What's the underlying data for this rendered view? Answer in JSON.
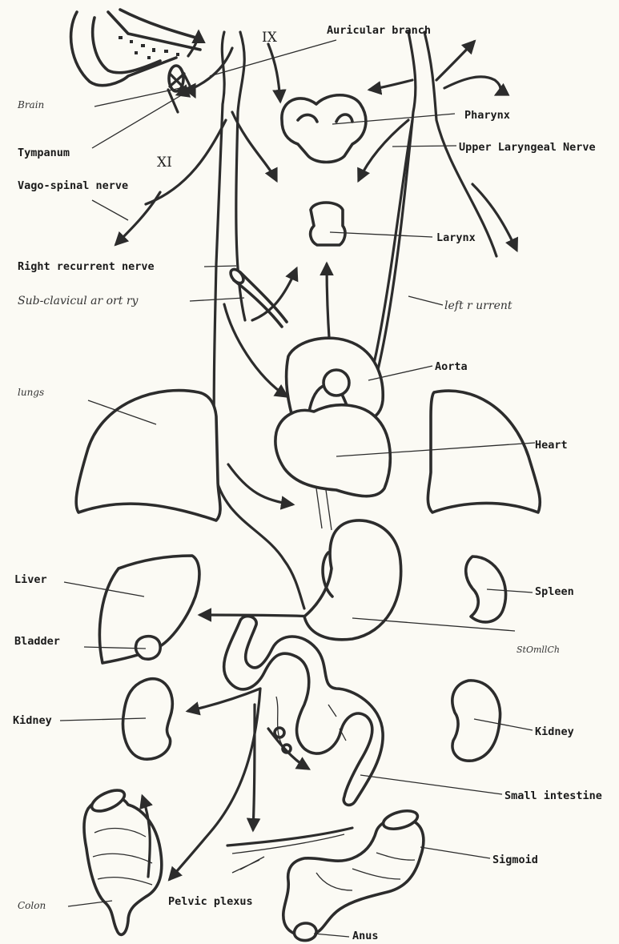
{
  "labels": {
    "ix": "IX",
    "auricular_branch": "Auricular branch",
    "brain": "Brain",
    "tympanum": "Tympanum",
    "pharynx": "Pharynx",
    "upper_laryngeal": "Upper Laryngeal Nerve",
    "xi": "XI",
    "vago_spinal": "Vago-spinal nerve",
    "larynx": "Larynx",
    "right_recurrent": "Right recurrent nerve",
    "subclavicular": "Sub-clavicul ar ort ry",
    "left_recurrent": "left r urrent",
    "aorta": "Aorta",
    "lungs": "lungs",
    "heart": "Heart",
    "liver": "Liver",
    "spleen": "Spleen",
    "bladder": "Bladder",
    "stomach": "StOmllCh",
    "kidney_left": "Kidney",
    "kidney_right": "Kidney",
    "small_intestine": "Small intestine",
    "sigmoid": "Sigmoid",
    "colon": "Colon",
    "pelvic_plexus": "Pelvic plexus",
    "anus": "Anus"
  }
}
